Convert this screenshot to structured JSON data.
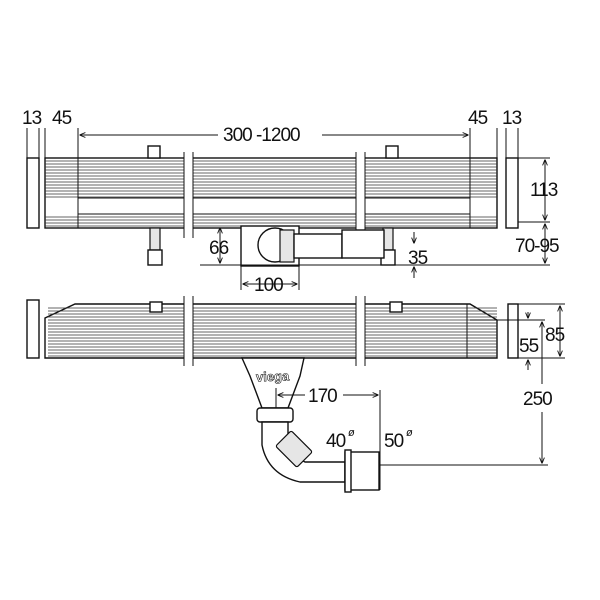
{
  "top_view": {
    "dim_end_cap_left": "13",
    "dim_end_section_left": "45",
    "dim_length_range": "300 -1200",
    "dim_end_section_right": "45",
    "dim_end_cap_right": "13",
    "dim_height": "113",
    "dim_foot_range": "70-95",
    "dim_outlet_height": "66",
    "dim_outlet_width": "100",
    "dim_pipe_offset": "35"
  },
  "bottom_view": {
    "dim_total_height": "85",
    "dim_inner_height": "55",
    "dim_drop": "250",
    "dim_horizontal": "170",
    "dim_pipe_small": "40",
    "dim_pipe_large": "50",
    "diameter_symbol": "ø",
    "brand": "viega"
  }
}
